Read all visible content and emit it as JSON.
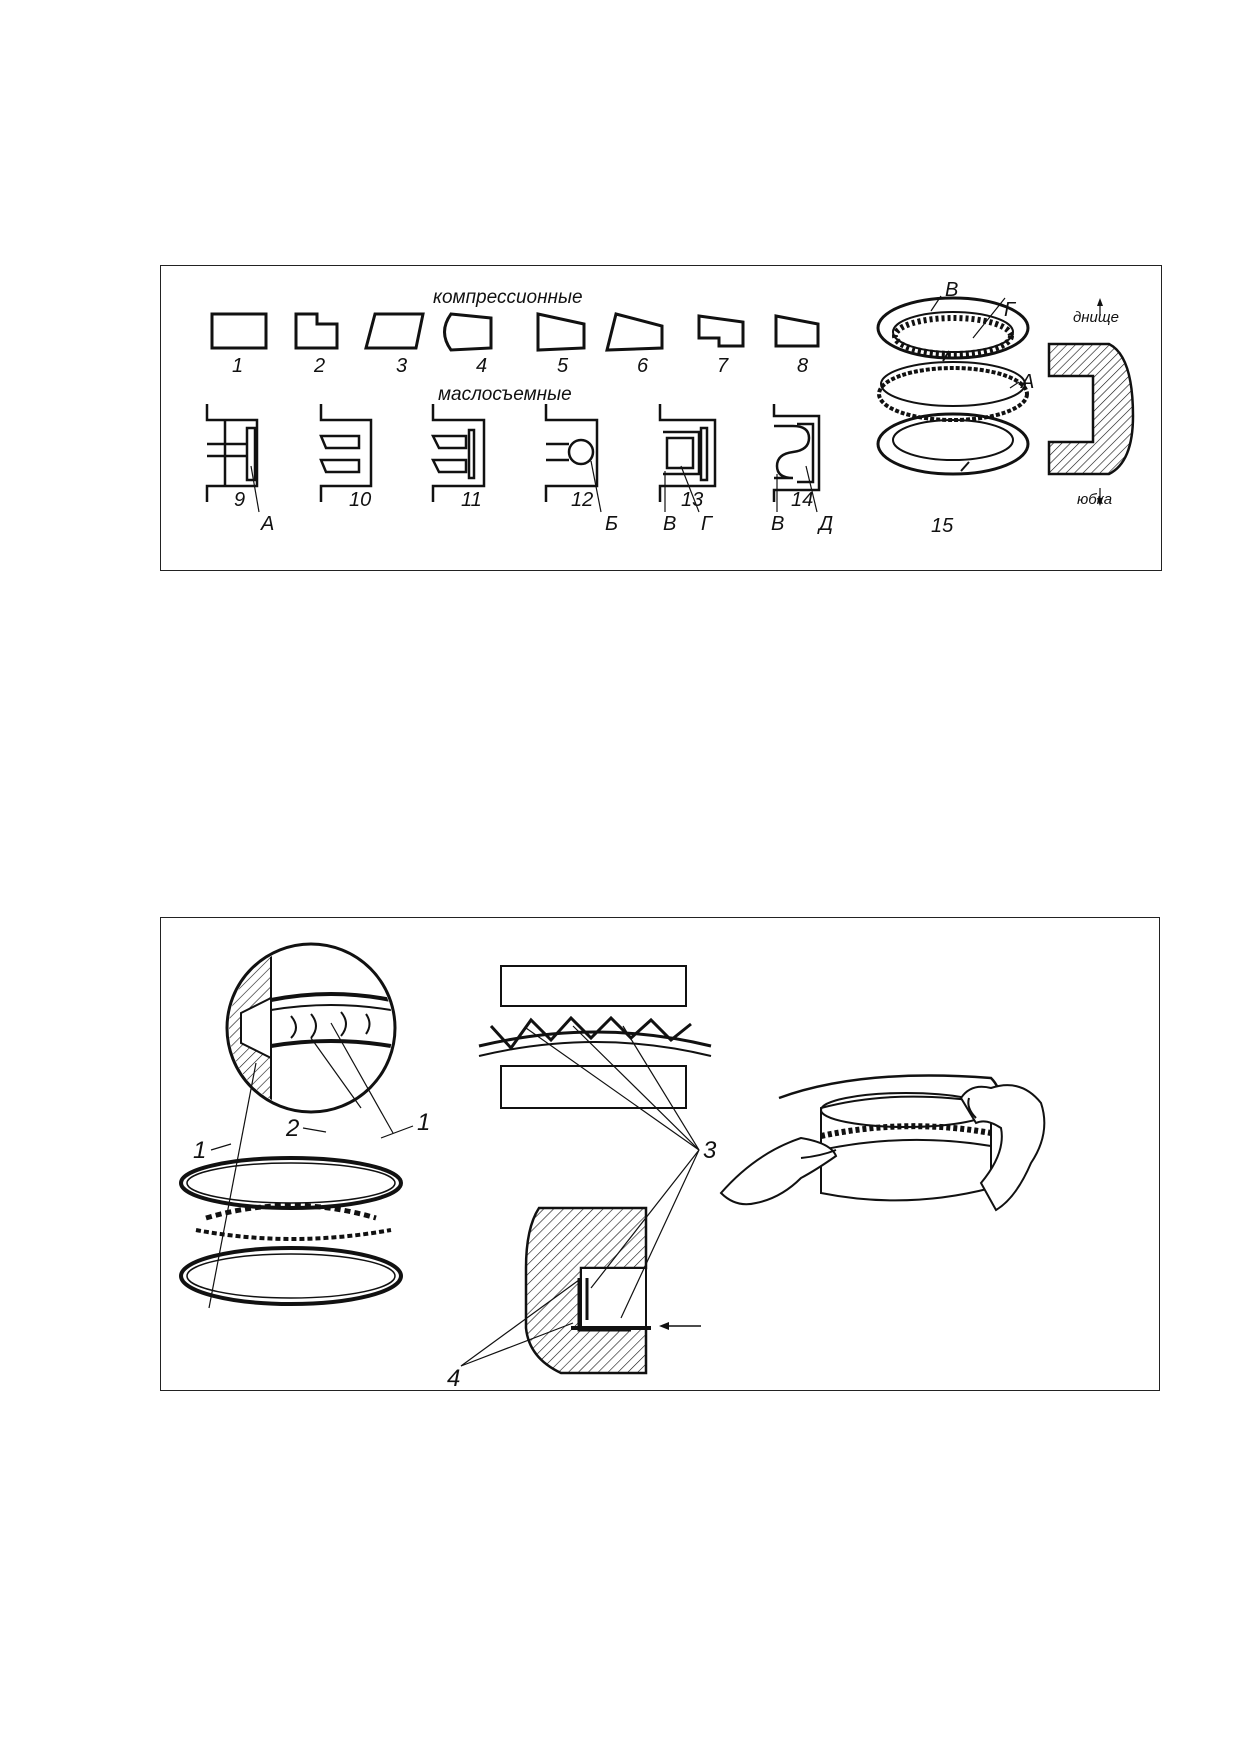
{
  "figure1": {
    "heading_compression": "компрессионные",
    "heading_oil": "маслосъемные",
    "compression_numbers": [
      "1",
      "2",
      "3",
      "4",
      "5",
      "6",
      "7",
      "8"
    ],
    "oil_numbers": [
      "9",
      "10",
      "11",
      "12",
      "13",
      "14"
    ],
    "assembly_number": "15",
    "letters": {
      "a9": "А",
      "b12": "Б",
      "v13": "В",
      "g13": "Г",
      "v14": "В",
      "d14": "Д",
      "v15": "В",
      "g15": "Г",
      "a15": "А"
    },
    "piston_top": "днище",
    "piston_bottom": "юбка"
  },
  "figure2": {
    "labels": {
      "one_left": "1",
      "two": "2",
      "one_right": "1",
      "three": "3",
      "four": "4"
    }
  }
}
